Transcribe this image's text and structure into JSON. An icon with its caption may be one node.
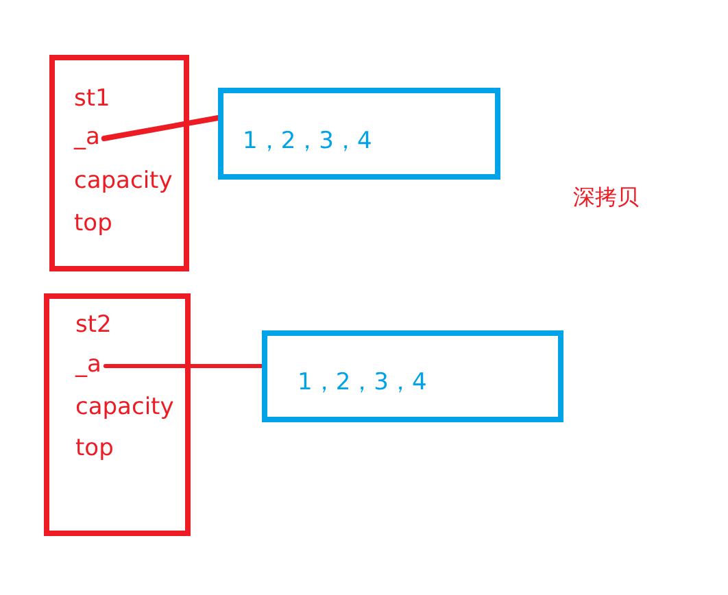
{
  "diagram": {
    "nodes": [
      {
        "text": [
          "st1"
        ]
      },
      {
        "text": [
          "_a"
        ],
        "in": 0
      },
      {
        "text": [
          "capacity"
        ],
        "in": 0
      },
      {
        "text": [
          "top"
        ],
        "in": 0
      },
      {
        "text": [
          "1，2，3，4"
        ]
      },
      {
        "text": [
          "st2"
        ]
      },
      {
        "text": [
          "_a"
        ],
        "in": 5
      },
      {
        "text": [
          "capacity"
        ],
        "in": 5
      },
      {
        "text": [
          "top"
        ],
        "in": 5
      },
      {
        "text": [
          "1，2，3，4"
        ]
      }
    ],
    "edges": [
      {
        "from": 1,
        "to": 4,
        "arrow": "none"
      },
      {
        "from": 6,
        "to": 9,
        "arrow": "none"
      }
    ],
    "labels": [
      "深拷贝"
    ]
  }
}
